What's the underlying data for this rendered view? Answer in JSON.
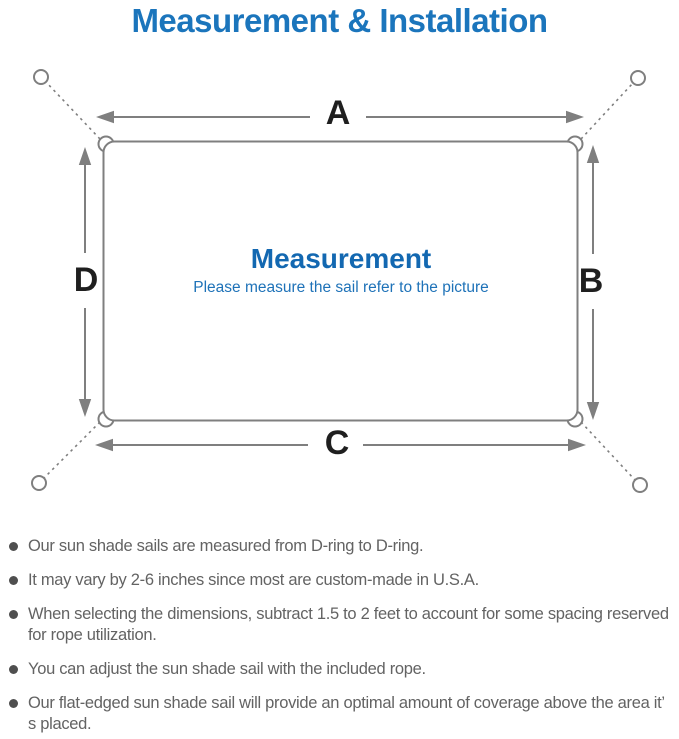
{
  "title": "Measurement & Installation",
  "diagram": {
    "dimension_labels": {
      "top": "A",
      "right": "B",
      "bottom": "C",
      "left": "D"
    },
    "center_heading": "Measurement",
    "center_subheading": "Please measure the sail refer to the picture"
  },
  "notes": {
    "items": [
      "Our sun shade sails are measured from D-ring to D-ring.",
      "It may vary by 2-6 inches since most are custom-made in U.S.A.",
      "When selecting the dimensions, subtract 1.5 to 2 feet to account for some spacing reserved for rope utilization.",
      "You can adjust the sun shade sail with the included rope.",
      "Our flat-edged sun shade sail will provide an optimal amount of coverage above the area it’ s placed."
    ]
  },
  "colors": {
    "title_blue": "#1b75bc",
    "center_blue": "#1368b1",
    "subtitle_blue": "#1e72b8",
    "line_gray": "#7f7f7f",
    "label_dark": "#1f1f1f",
    "note_gray": "#636363",
    "bullet_gray": "#4f4f4f"
  }
}
